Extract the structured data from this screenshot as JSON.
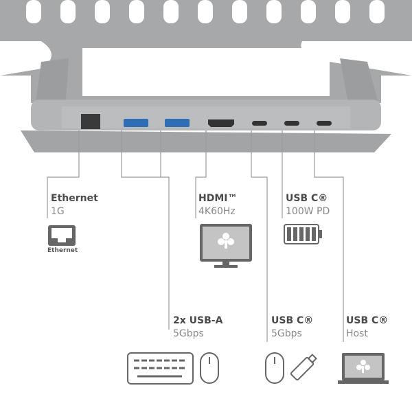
{
  "ports": [
    {
      "title": "Ethernet",
      "subtitle": "1G",
      "icon": "ethernet-icon",
      "icon_caption": "Ethernet"
    },
    {
      "title": "HDMI™",
      "subtitle": "4K60Hz",
      "icon": "monitor-icon"
    },
    {
      "title": "USB C®",
      "subtitle": "100W PD",
      "icon": "battery-icon"
    },
    {
      "title": "2x USB-A",
      "subtitle": "5Gbps",
      "icon": "keyboard-mouse-icon"
    },
    {
      "title": "USB C®",
      "subtitle": "5Gbps",
      "icon": "mouse-usb-stick-icon"
    },
    {
      "title": "USB C®",
      "subtitle": "Host",
      "icon": "laptop-icon"
    }
  ],
  "colors": {
    "aluminium": "#a9aaac",
    "line": "#9a9a9a",
    "icon": "#6b6b6b",
    "usb_a_port": "#2f6db5"
  }
}
